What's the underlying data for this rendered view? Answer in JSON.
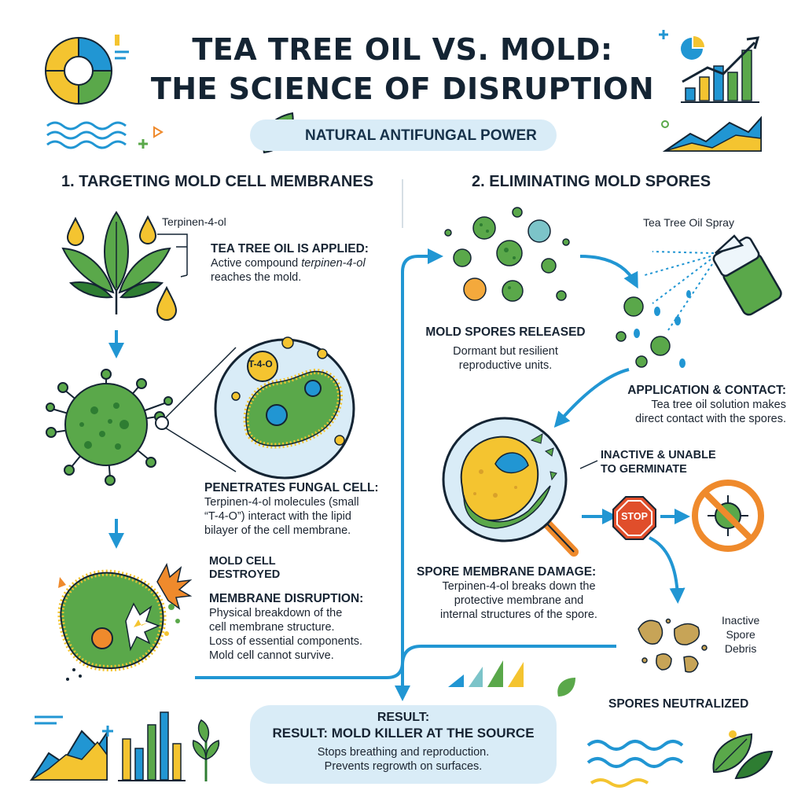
{
  "title": {
    "line1": "TEA TREE OIL VS. MOLD:",
    "line2": "THE SCIENCE OF DISRUPTION"
  },
  "badge": "NATURAL ANTIFUNGAL POWER",
  "section1": {
    "heading": "1. TARGETING MOLD CELL MEMBRANES",
    "compound_label": "Terpinen-4-ol",
    "step1": {
      "title": "TEA TREE OIL IS APPLIED:",
      "line1_pre": "Active compound ",
      "line1_em": "terpinen-4-ol",
      "line2": "reaches the mold."
    },
    "molecule_label": "T-4-O",
    "step2": {
      "title": "PENETRATES FUNGAL CELL:",
      "lines": [
        "Terpinen-4-ol molecules (small",
        "“T-4-O”) interact with the lipid",
        "bilayer of the cell membrane."
      ]
    },
    "destroyed_label": [
      "MOLD CELL",
      "DESTROYED"
    ],
    "step3": {
      "title": "MEMBRANE DISRUPTION:",
      "lines": [
        "Physical breakdown of the",
        "cell membrane structure.",
        "Loss of essential components.",
        "Mold cell cannot survive."
      ]
    }
  },
  "section2": {
    "heading": "2. ELIMINATING MOLD SPORES",
    "spray_label": "Tea Tree Oil Spray",
    "step1": {
      "title": "MOLD SPORES RELEASED",
      "lines": [
        "Dormant but resilient",
        "reproductive units."
      ]
    },
    "step2": {
      "title": "APPLICATION & CONTACT:",
      "lines": [
        "Tea tree oil solution makes",
        "direct contact with the spores."
      ]
    },
    "inactive_label": [
      "INACTIVE & UNABLE",
      "TO GERMINATE"
    ],
    "stop_label": "STOP",
    "step3": {
      "title": "SPORE MEMBRANE DAMAGE:",
      "lines": [
        "Terpinen-4-ol breaks down the",
        "protective membrane and",
        "internal structures of the spore."
      ]
    },
    "debris_label": [
      "Inactive",
      "Spore",
      "Debris"
    ],
    "neutralized_label": "SPORES NEUTRALIZED"
  },
  "result": {
    "label": "RESULT:",
    "headline": "RESULT: MOLD KILLER AT THE SOURCE",
    "lines": [
      "Stops breathing and reproduction.",
      "Prevents regrowth on surfaces."
    ]
  },
  "colors": {
    "green": "#5aa84a",
    "dark_green": "#2e7d32",
    "blue": "#2196d3",
    "yellow": "#f4c430",
    "orange": "#ef8a2c",
    "red": "#e04e2b",
    "light_blue": "#d9ecf7",
    "navy": "#142433"
  }
}
